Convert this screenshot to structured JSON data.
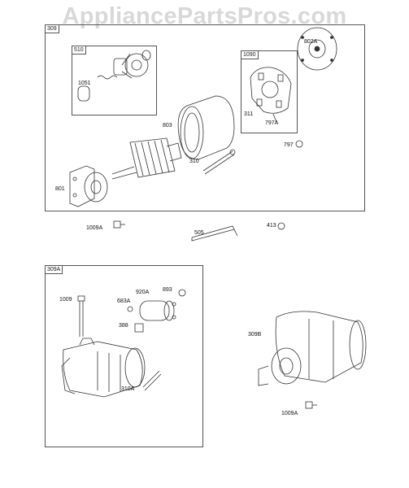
{
  "watermark": "AppliancePartsPros.com",
  "sections": {
    "top": "309",
    "top_inset_a": "510",
    "top_inset_b": "1090",
    "bottom_left": "309A"
  },
  "labels": {
    "p802A": "802A",
    "p1051": "1051",
    "p311": "311",
    "p797A": "797A",
    "p803": "803",
    "p797": "797",
    "p310": "310",
    "p801": "801",
    "p1009A_a": "1009A",
    "p505": "505",
    "p413": "413",
    "p1009": "1009",
    "p920A": "920A",
    "p893": "893",
    "p683A": "683A",
    "p388": "388",
    "p310A": "310A",
    "p309B": "309B",
    "p1009A_b": "1009A"
  },
  "colors": {
    "line": "#333333",
    "frame": "#555555",
    "watermark": "#d8d8d8"
  }
}
